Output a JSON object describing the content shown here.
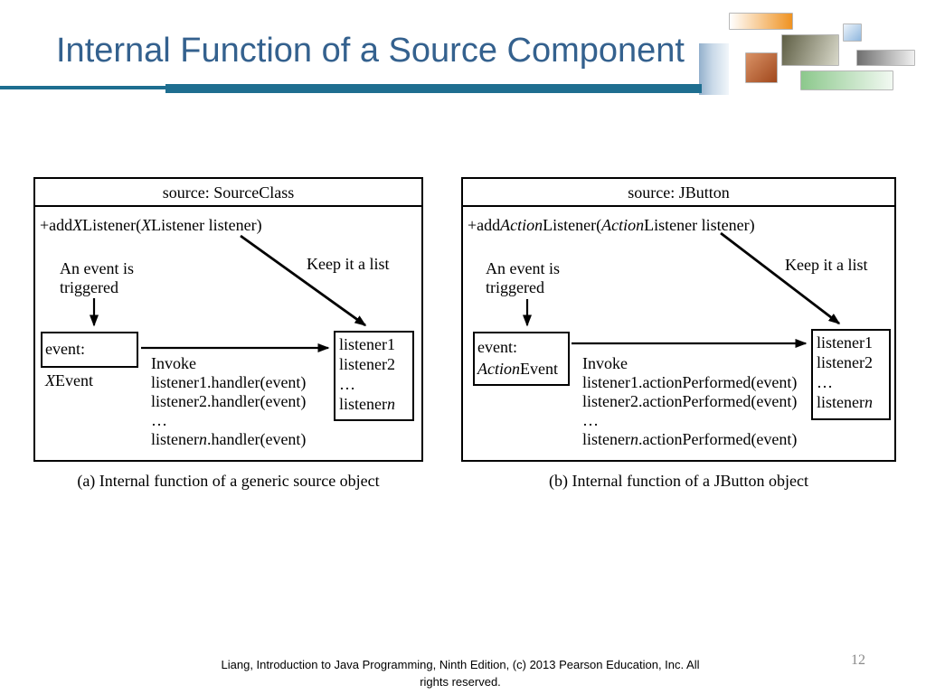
{
  "slide": {
    "title": "Internal Function of a Source Component",
    "page_number": "12",
    "footer": "Liang, Introduction to Java Programming, Ninth Edition, (c) 2013 Pearson Education, Inc. All\nrights reserved."
  },
  "colors": {
    "title_blue": "#34618e",
    "rule_teal": "#1e6e90",
    "accent_bar_blue": "#93b0cc",
    "deco_orange": "#ef9221",
    "deco_blue": "#8fb7de",
    "deco_olive": "#5e5e44",
    "deco_rust": "#a0471c",
    "deco_gray": "#6f6f6f",
    "deco_green": "#8cc88c",
    "page_number_gray": "#8a8a8a",
    "ink": "#000000"
  },
  "diagram_a": {
    "header": "source: SourceClass",
    "method": [
      {
        "t": "+add"
      },
      {
        "t": "X",
        "i": true
      },
      {
        "t": "Listener("
      },
      {
        "t": "X",
        "i": true
      },
      {
        "t": "Listener listener)"
      }
    ],
    "trigger_note": "An event is\ntriggered",
    "keep_note": "Keep it a list",
    "event_box": [
      [
        {
          "t": "event: "
        },
        {
          "t": "X",
          "i": true
        },
        {
          "t": "Event"
        }
      ]
    ],
    "invoke_lines": [
      [
        {
          "t": "Invoke"
        }
      ],
      [
        {
          "t": "listener1.handler(event)"
        }
      ],
      [
        {
          "t": "listener2.handler(event)"
        }
      ],
      [
        {
          "t": "…"
        }
      ],
      [
        {
          "t": "listener"
        },
        {
          "t": "n",
          "i": true
        },
        {
          "t": ".handler(event)"
        }
      ]
    ],
    "listener_lines": [
      [
        {
          "t": "listener1"
        }
      ],
      [
        {
          "t": "listener2"
        }
      ],
      [
        {
          "t": "…"
        }
      ],
      [
        {
          "t": "listener"
        },
        {
          "t": "n",
          "i": true
        }
      ]
    ],
    "caption": "(a) Internal function of a generic source object"
  },
  "diagram_b": {
    "header": "source: JButton",
    "method": [
      {
        "t": "+add"
      },
      {
        "t": "Action",
        "i": true
      },
      {
        "t": "Listener("
      },
      {
        "t": "Action",
        "i": true
      },
      {
        "t": "Listener listener)"
      }
    ],
    "trigger_note": "An event is\ntriggered",
    "keep_note": "Keep it a list",
    "event_box": [
      [
        {
          "t": "event:"
        }
      ],
      [
        {
          "t": "Action",
          "i": true
        },
        {
          "t": "Event"
        }
      ]
    ],
    "invoke_lines": [
      [
        {
          "t": "Invoke"
        }
      ],
      [
        {
          "t": "listener1.actionPerformed(event)"
        }
      ],
      [
        {
          "t": "listener2.actionPerformed(event)"
        }
      ],
      [
        {
          "t": "…"
        }
      ],
      [
        {
          "t": "listener"
        },
        {
          "t": "n",
          "i": true
        },
        {
          "t": ".actionPerformed(event)"
        }
      ]
    ],
    "listener_lines": [
      [
        {
          "t": "listener1"
        }
      ],
      [
        {
          "t": "listener2"
        }
      ],
      [
        {
          "t": "…"
        }
      ],
      [
        {
          "t": "listener"
        },
        {
          "t": "n",
          "i": true
        }
      ]
    ],
    "caption": "(b) Internal function of a JButton object"
  }
}
